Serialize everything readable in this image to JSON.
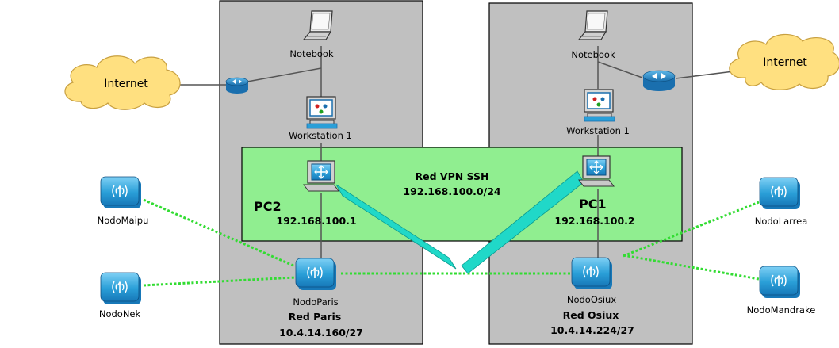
{
  "networks": {
    "paris": {
      "name": "Red Paris",
      "subnet": "10.4.14.160/27"
    },
    "osiux": {
      "name": "Red Osiux",
      "subnet": "10.4.14.224/27"
    }
  },
  "vpn": {
    "name": "Red VPN SSH",
    "subnet": "192.168.100.0/24"
  },
  "pcs": {
    "left": {
      "name": "PC2",
      "ip": "192.168.100.1"
    },
    "right": {
      "name": "PC1",
      "ip": "192.168.100.2"
    }
  },
  "devices": {
    "notebook_left": "Notebook",
    "notebook_right": "Notebook",
    "workstation_left": "Workstation 1",
    "workstation_right": "Workstation 1",
    "internet_left": "Internet",
    "internet_right": "Internet"
  },
  "nodes": {
    "paris": "NodoParis",
    "osiux": "NodoOsiux",
    "maipu": "NodoMaipu",
    "nek": "NodoNek",
    "larrea": "NodoLarrea",
    "mandrake": "NodoMandrake"
  },
  "colors": {
    "zone_gray": "#c0c0c0",
    "vpn_green": "#90ee90",
    "wireless_green": "#32dc32",
    "tunnel_teal": "#20d8c8",
    "cloud_yellow": "#ffe080",
    "device_blue": "#2a9fd8"
  }
}
